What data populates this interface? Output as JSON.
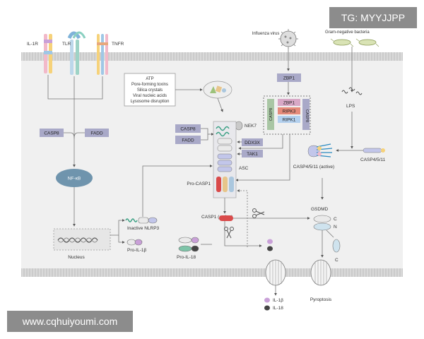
{
  "watermark": {
    "tg": "TG: MYYJJPP",
    "url": "www.cqhuiyoumi.com"
  },
  "receptors": {
    "il1r": "IL-1R",
    "tlr": "TLR",
    "tnfr": "TNFR"
  },
  "stimuli": {
    "lines": [
      "ATP",
      "Pore-forming toxins",
      "Silica crystals",
      "Viral nucleic acids",
      "Lysosome disruption"
    ]
  },
  "influenza": "Influenza virus",
  "bacteria": "Gram-negative bacteria",
  "lps": "LPS",
  "proteins": {
    "casp8_left": "CASP8",
    "fadd_left": "FADD",
    "nfkb": "NF-κB",
    "nucleus": "Nucleus",
    "inactive_nlrp3": "Inactive NLRP3",
    "pro_il1b": "Pro-IL-1β",
    "pro_il18": "Pro-IL-18",
    "casp8_mid": "CASP8",
    "fadd_mid": "FADD",
    "nek7": "NEK7",
    "ddx3x": "DDX3X",
    "tak1": "TAK1",
    "asc": "ASC",
    "pro_casp1": "Pro-CASP1",
    "casp1_active": "CASP1 (active)",
    "zbp1_top": "ZBP1",
    "zbp1_inner": "ZBP1",
    "ripk3": "RIPK3",
    "ripk1": "RIPK1",
    "casp8_vert_left": "CASP8",
    "casp8_vert_right": "CASP8",
    "casp4511_active": "CASP4/5/11 (active)",
    "casp4511": "CASP4/5/11",
    "gsdmd": "GSDMD",
    "c_label": "C",
    "n_label": "N",
    "c_label2": "C",
    "il1b": "IL-1β",
    "il18": "IL-18",
    "pyroptosis": "Pyroptosis"
  },
  "colors": {
    "membrane": "#cfcfcf",
    "cytoplasm": "#f0f0f0",
    "box": "#a9a9c8",
    "nfkb": "#6f94ad",
    "ripk3": "#e58a7a",
    "ripk1": "#b3d0ee",
    "zbp1_outer": "#d8a8c6"
  }
}
